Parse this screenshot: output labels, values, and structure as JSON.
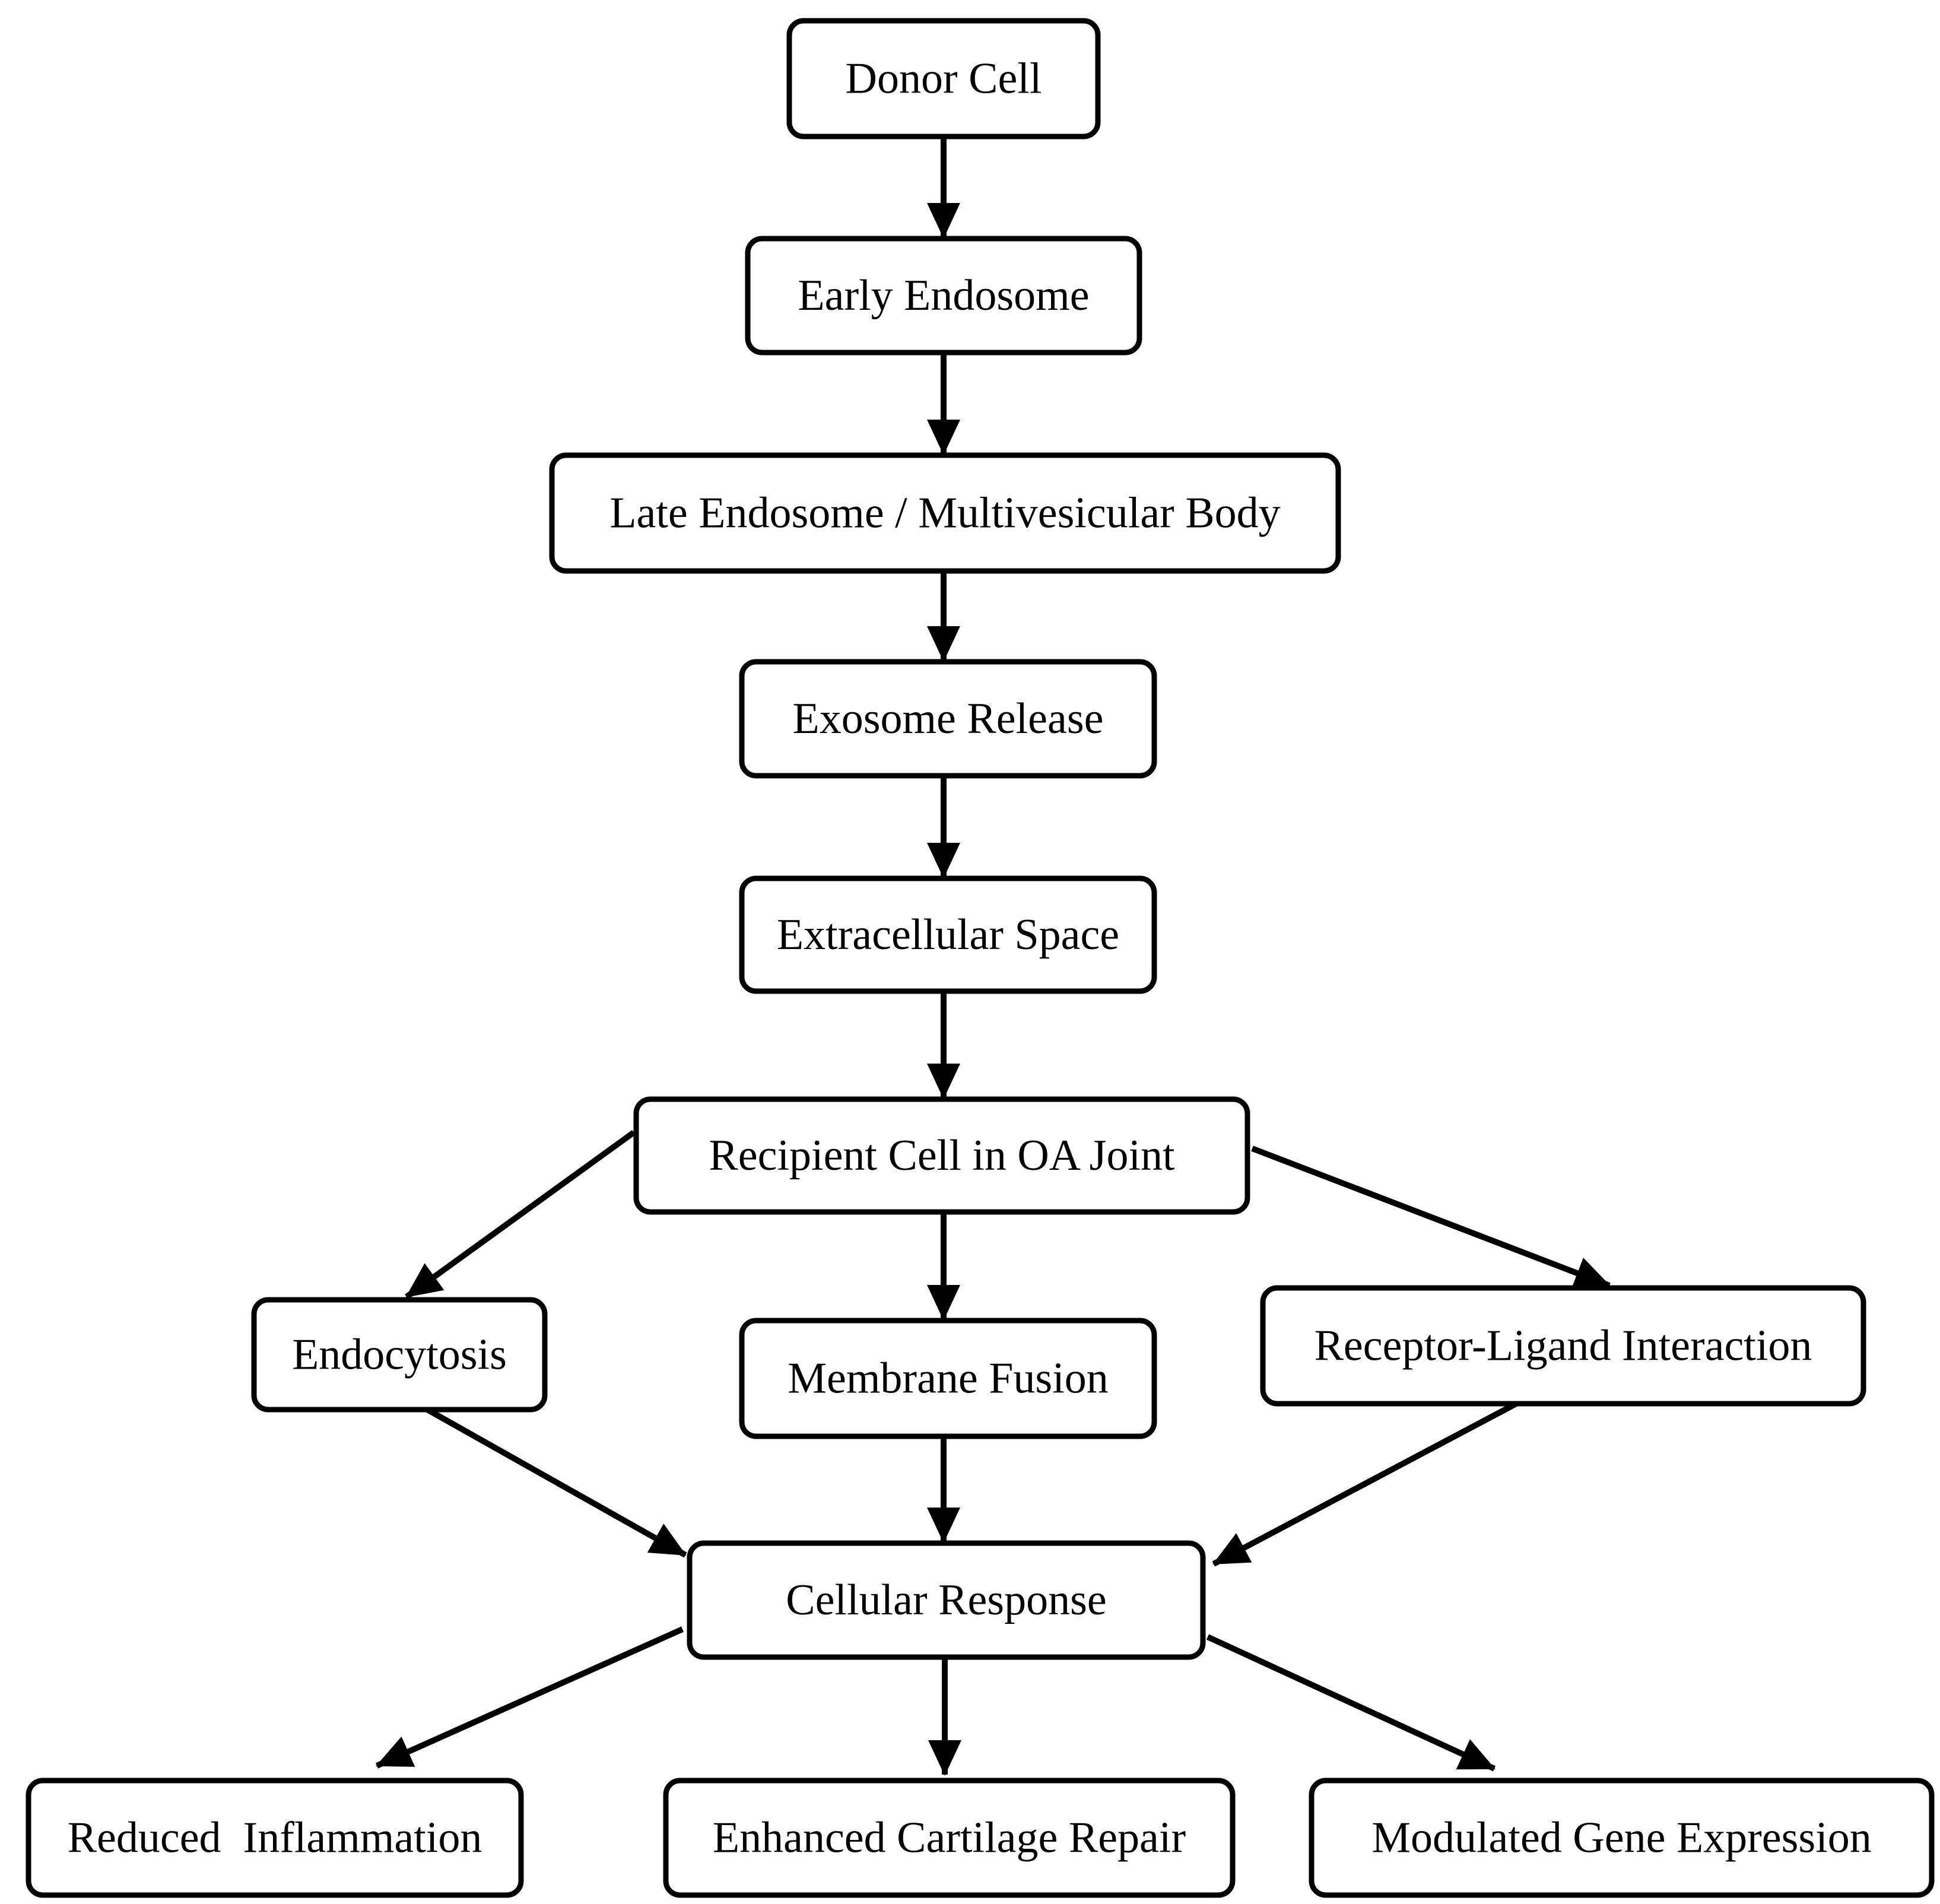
{
  "nodes": [
    {
      "id": "donor-cell",
      "label": "Donor Cell"
    },
    {
      "id": "early-endosome",
      "label": "Early Endosome"
    },
    {
      "id": "late-endosome",
      "label": "Late Endosome / Multivesicular Body"
    },
    {
      "id": "exosome-release",
      "label": "Exosome Release"
    },
    {
      "id": "extracellular-space",
      "label": "Extracellular Space"
    },
    {
      "id": "recipient-cell",
      "label": "Recipient Cell in OA Joint"
    },
    {
      "id": "endocytosis",
      "label": "Endocytosis"
    },
    {
      "id": "membrane-fusion",
      "label": "Membrane Fusion"
    },
    {
      "id": "receptor-ligand",
      "label": "Receptor-Ligand Interaction"
    },
    {
      "id": "cellular-response",
      "label": "Cellular Response"
    },
    {
      "id": "reduced-inflammation",
      "label": "Reduced  Inflammation"
    },
    {
      "id": "cartilage-repair",
      "label": "Enhanced Cartilage Repair"
    },
    {
      "id": "gene-expression",
      "label": "Modulated Gene Expression"
    }
  ],
  "edges": [
    {
      "from": "donor-cell",
      "to": "early-endosome"
    },
    {
      "from": "early-endosome",
      "to": "late-endosome"
    },
    {
      "from": "late-endosome",
      "to": "exosome-release"
    },
    {
      "from": "exosome-release",
      "to": "extracellular-space"
    },
    {
      "from": "extracellular-space",
      "to": "recipient-cell"
    },
    {
      "from": "recipient-cell",
      "to": "endocytosis"
    },
    {
      "from": "recipient-cell",
      "to": "membrane-fusion"
    },
    {
      "from": "recipient-cell",
      "to": "receptor-ligand"
    },
    {
      "from": "endocytosis",
      "to": "cellular-response"
    },
    {
      "from": "membrane-fusion",
      "to": "cellular-response"
    },
    {
      "from": "receptor-ligand",
      "to": "cellular-response"
    },
    {
      "from": "cellular-response",
      "to": "reduced-inflammation"
    },
    {
      "from": "cellular-response",
      "to": "cartilage-repair"
    },
    {
      "from": "cellular-response",
      "to": "gene-expression"
    }
  ]
}
